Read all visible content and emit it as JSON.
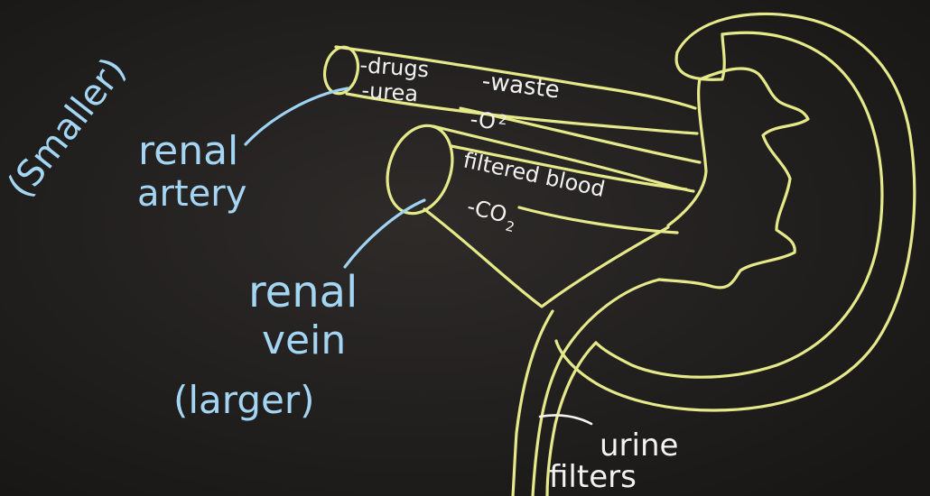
{
  "labels": {
    "smaller": "(Smaller)",
    "renal_artery_line1": "renal",
    "renal_artery_line2": "artery",
    "renal_vein_line1": "renal",
    "renal_vein_line2": "vein",
    "larger": "(larger)",
    "drugs": "-drugs",
    "urea": "-urea",
    "waste": "-waste",
    "o2": "-O",
    "o2_sub": "2",
    "filtered_blood": "filtered blood",
    "co2": "-CO",
    "co2_sub": "2",
    "urine": "urine",
    "filters": "filters"
  },
  "colors": {
    "board": "#1e1c1b",
    "chalk_yellow": "#e6e98a",
    "chalk_blue": "#9fd3f2",
    "chalk_white": "#f2f2ee"
  }
}
